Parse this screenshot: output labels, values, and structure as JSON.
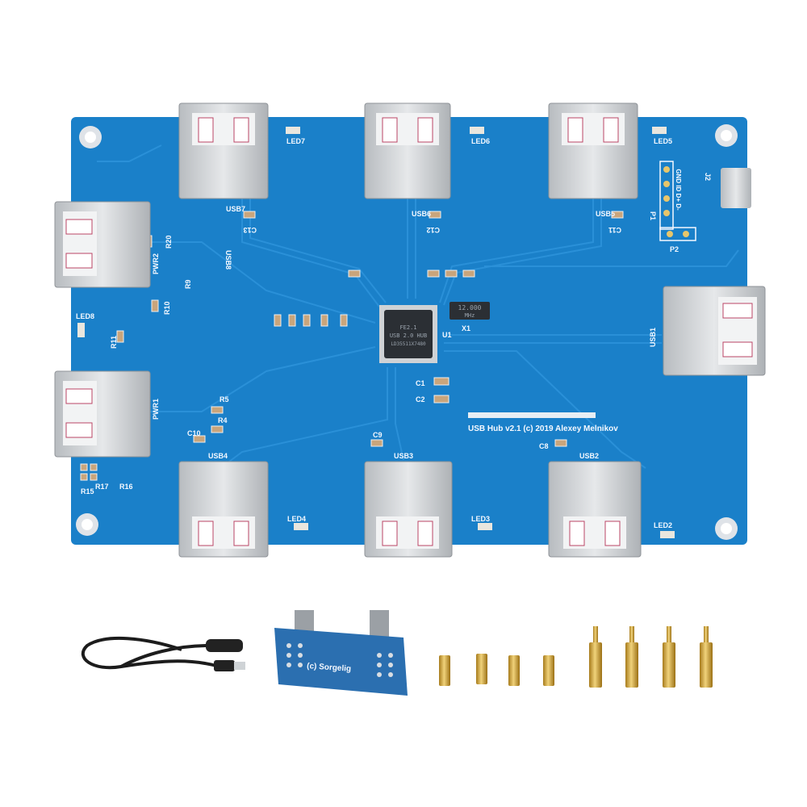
{
  "board": {
    "title": "USB Hub v2.1 (c) 2019 Alexey Melnikov",
    "chip_lines": [
      "FE2.1",
      "USB 2.0 HUB",
      "LD35511X7480"
    ],
    "crystal_lines": [
      "12.000",
      "MHz"
    ],
    "port_labels": {
      "usb7": "USB7",
      "usb6": "USB6",
      "usb5": "USB5",
      "usb8": "USB8",
      "pwr2": "PWR2",
      "pwr1": "PWR1",
      "usb1": "USB1",
      "usb4": "USB4",
      "usb3": "USB3",
      "usb2": "USB2"
    },
    "led_labels": [
      "LED7",
      "LED6",
      "LED5",
      "LED8",
      "LED4",
      "LED3",
      "LED2"
    ],
    "component_labels": [
      "U1",
      "X1",
      "C1",
      "C2",
      "C9",
      "C10",
      "C8",
      "C11",
      "C12",
      "C13",
      "R5",
      "R4",
      "R11",
      "R10",
      "R9",
      "R20",
      "J2",
      "P1",
      "P2",
      "R15",
      "R17",
      "R16"
    ],
    "header_pins": "GND ID D+ D-",
    "colors": {
      "pcb": "#1a80c9",
      "silkscreen": "#f4f8ff",
      "port_metal": "#d4d7da",
      "chip": "#2b2f34"
    }
  },
  "accessories": {
    "adapter_label": "(c) Sorgelig",
    "items": [
      "usb-y-cable",
      "adapter-board",
      "short-brass-standoffs",
      "tall-brass-standoffs"
    ]
  }
}
